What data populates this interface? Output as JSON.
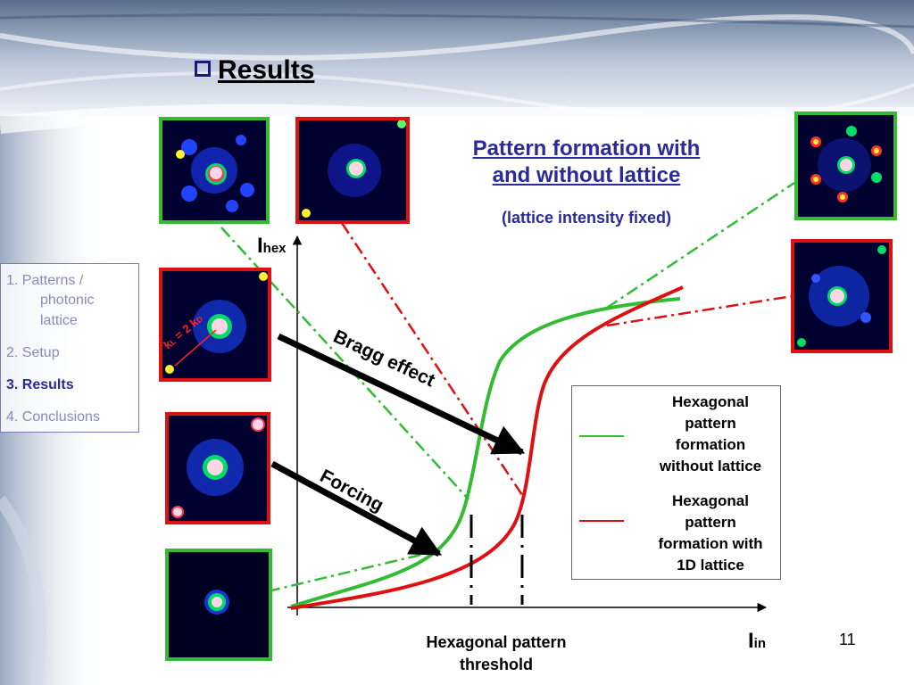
{
  "slide": {
    "title": "Results",
    "page_number": "11"
  },
  "nav": {
    "items": [
      {
        "label": "1. Patterns /",
        "active": false
      },
      {
        "label": "photonic",
        "active": false
      },
      {
        "label": "lattice",
        "active": false
      },
      {
        "label": "2. Setup",
        "active": false
      },
      {
        "label": "3. Results",
        "active": true
      },
      {
        "label": "4. Conclusions",
        "active": false
      }
    ]
  },
  "header": {
    "line1": "Pattern formation with",
    "line2": "and without lattice",
    "subtitle": "(lattice intensity fixed)"
  },
  "graph": {
    "y_axis_label_main": "I",
    "y_axis_label_sub": "hex",
    "x_axis_label_main": "I",
    "x_axis_label_sub": "in",
    "threshold_line1": "Hexagonal pattern",
    "threshold_line2": "threshold",
    "arrow_bragg": "Bragg effect",
    "arrow_forcing": "Forcing",
    "lattice_label_k": "k",
    "lattice_label_eq": " = 2 k",
    "lattice_sub_l": "L",
    "lattice_sub_d": "D"
  },
  "legend": {
    "green_l1": "Hexagonal",
    "green_l2": "pattern",
    "green_l3": "formation",
    "green_l4": "without lattice",
    "red_l1": "Hexagonal",
    "red_l2": "pattern",
    "red_l3": "formation with",
    "red_l4": "1D lattice",
    "green_color": "#33bb33",
    "red_color": "#dd1111"
  }
}
